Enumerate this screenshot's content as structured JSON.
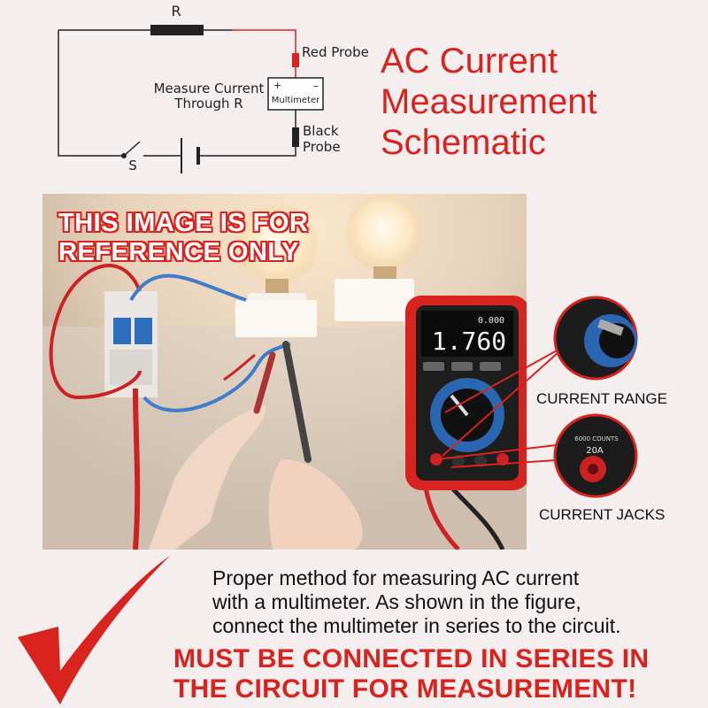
{
  "schematic": {
    "resistor_label": "R",
    "switch_label": "S",
    "red_probe_label": "Red Probe",
    "black_probe_label": "Black Probe",
    "black_probe_line1": "Black",
    "black_probe_line2": "Probe",
    "measure_line1": "Measure Current",
    "measure_line2": "Through R",
    "meter_label": "Multimeter",
    "meter_plus": "+",
    "meter_minus": "–"
  },
  "headline": {
    "line1": "AC Current",
    "line2": "Measurement",
    "line3": "Schematic"
  },
  "photo": {
    "overlay_line1": "THIS IMAGE IS FOR",
    "overlay_line2": "REFERENCE ONLY",
    "meter_display_top": "0.000",
    "meter_display_main": "1.760",
    "jack_label": "20A",
    "counts_label": "6000 COUNTS"
  },
  "callouts": {
    "current_range": "CURRENT RANGE",
    "current_jacks": "CURRENT JACKS"
  },
  "description": {
    "line1": "Proper method for measuring AC current",
    "line2": "with a multimeter. As shown in the figure,",
    "line3": "connect the multimeter in series to the circuit."
  },
  "warning": {
    "line1": "MUST BE CONNECTED IN SERIES IN",
    "line2": "THE CIRCUIT FOR MEASUREMENT!"
  },
  "colors": {
    "accent_red": "#d8231f",
    "wire_black": "#222222",
    "background": "#f4eeee"
  },
  "icons": {
    "checkmark": "checkmark-icon",
    "lightbulb": "lightbulb-icon",
    "multimeter": "multimeter-icon"
  }
}
